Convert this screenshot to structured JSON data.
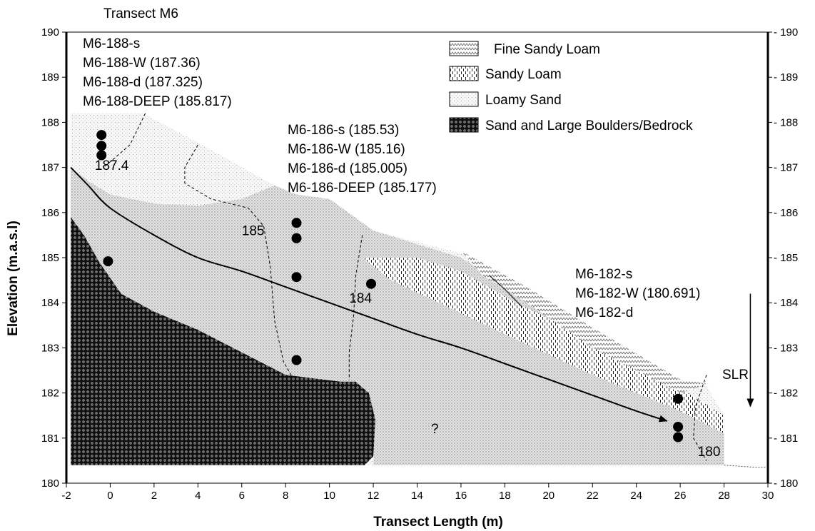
{
  "figure": {
    "title": "Transect M6",
    "xlabel": "Transect Length (m)",
    "ylabel": "Elevation (m.a.s.l)"
  },
  "axes": {
    "xlim": [
      -2,
      30
    ],
    "ylim": [
      180,
      190
    ],
    "xticks": [
      "-2",
      "0",
      "2",
      "4",
      "6",
      "8",
      "10",
      "12",
      "14",
      "16",
      "18",
      "20",
      "22",
      "24",
      "26",
      "28",
      "30"
    ],
    "yticks": [
      "180",
      "181",
      "182",
      "183",
      "184",
      "185",
      "186",
      "187",
      "188",
      "189",
      "190"
    ]
  },
  "legend": {
    "placement": "top-right",
    "items": [
      {
        "label": "Fine Sandy Loam",
        "pattern": "fine-sandy-loam"
      },
      {
        "label": "Sandy Loam",
        "pattern": "sandy-loam"
      },
      {
        "label": "Loamy Sand",
        "pattern": "loamy-sand"
      },
      {
        "label": "Sand and Large Boulders/Bedrock",
        "pattern": "bedrock"
      }
    ]
  },
  "well_groups": [
    {
      "lines": [
        "M6-188-s",
        "M6-188-W (187.36)",
        "M6-188-d (187.325)",
        "M6-188-DEEP (185.817)"
      ]
    },
    {
      "lines": [
        "M6-186-s (185.53)",
        "M6-186-W (185.16)",
        "M6-186-d (185.005)",
        "M6-186-DEEP (185.177)"
      ]
    },
    {
      "lines": [
        "M6-182-s",
        "M6-182-W (180.691)",
        "M6-182-d"
      ]
    }
  ],
  "contour_labels": [
    "187.4",
    "185",
    "184",
    "180"
  ],
  "unknown_label": "?",
  "slr_label": "SLR",
  "sample_points": [
    {
      "x": -0.4,
      "y": 187.72
    },
    {
      "x": -0.4,
      "y": 187.48
    },
    {
      "x": -0.4,
      "y": 187.27
    },
    {
      "x": -0.1,
      "y": 184.92
    },
    {
      "x": 8.5,
      "y": 185.77
    },
    {
      "x": 8.5,
      "y": 185.43
    },
    {
      "x": 8.5,
      "y": 184.57
    },
    {
      "x": 8.5,
      "y": 182.73
    },
    {
      "x": 11.9,
      "y": 184.42
    },
    {
      "x": 25.9,
      "y": 181.87
    },
    {
      "x": 25.9,
      "y": 181.25
    },
    {
      "x": 25.9,
      "y": 181.02
    }
  ],
  "flow_line": [
    [
      -1.8,
      187.0
    ],
    [
      -1.0,
      186.6
    ],
    [
      0,
      186.1
    ],
    [
      2,
      185.5
    ],
    [
      4,
      185.0
    ],
    [
      6,
      184.7
    ],
    [
      8,
      184.35
    ],
    [
      10,
      184.0
    ],
    [
      12,
      183.65
    ],
    [
      14,
      183.3
    ],
    [
      16,
      183.0
    ],
    [
      18,
      182.65
    ],
    [
      20,
      182.3
    ],
    [
      22,
      181.95
    ],
    [
      24,
      181.6
    ],
    [
      25.4,
      181.38
    ]
  ],
  "colors": {
    "background": "#ffffff",
    "ink": "#000000",
    "loamy_sand": "#d6d6d6",
    "bedrock": "#111111"
  }
}
